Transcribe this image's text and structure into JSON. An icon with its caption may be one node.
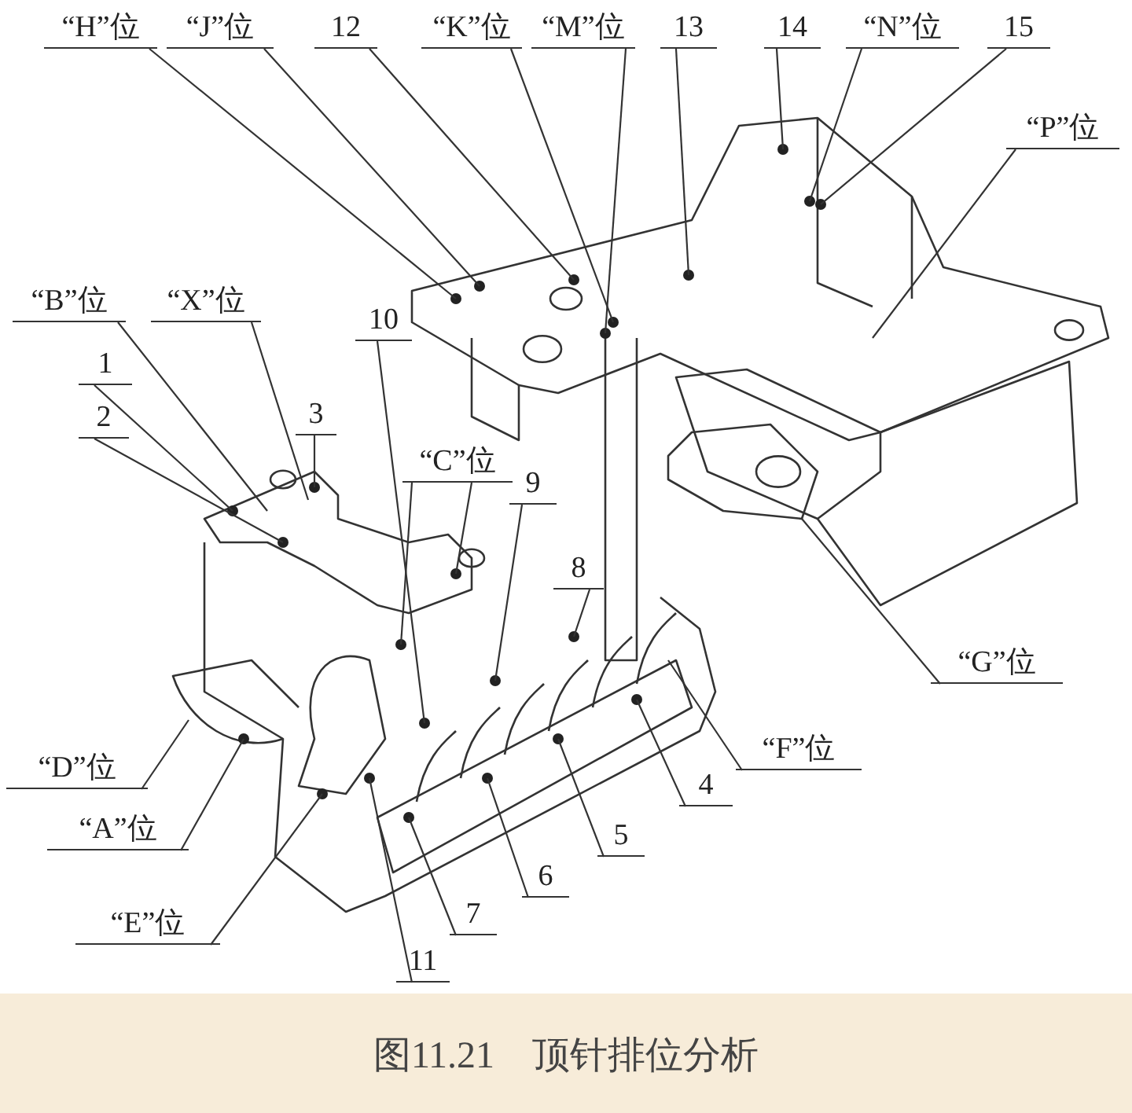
{
  "diagram": {
    "caption": "图11.21　顶针排位分析",
    "nodes": [
      {
        "text": [
          "“H”位"
        ]
      },
      {
        "text": [
          "“J”位"
        ]
      },
      {
        "text": [
          "12"
        ]
      },
      {
        "text": [
          "“K”位"
        ]
      },
      {
        "text": [
          "“M”位"
        ]
      },
      {
        "text": [
          "13"
        ]
      },
      {
        "text": [
          "14"
        ]
      },
      {
        "text": [
          "“N”位"
        ]
      },
      {
        "text": [
          "15"
        ]
      },
      {
        "text": [
          "“P”位"
        ]
      },
      {
        "text": [
          "“B”位"
        ]
      },
      {
        "text": [
          "“X”位"
        ]
      },
      {
        "text": [
          "1"
        ]
      },
      {
        "text": [
          "3"
        ]
      },
      {
        "text": [
          "2"
        ]
      },
      {
        "text": [
          "10"
        ]
      },
      {
        "text": [
          "“C”位"
        ]
      },
      {
        "text": [
          "9"
        ]
      },
      {
        "text": [
          "8"
        ]
      },
      {
        "text": [
          "“D”位"
        ]
      },
      {
        "text": [
          "“F”位"
        ]
      },
      {
        "text": [
          "“A”位"
        ]
      },
      {
        "text": [
          "4"
        ]
      },
      {
        "text": [
          "“G”位"
        ]
      },
      {
        "text": [
          "5"
        ]
      },
      {
        "text": [
          "“E”位"
        ]
      },
      {
        "text": [
          "6"
        ]
      },
      {
        "text": [
          "7"
        ]
      },
      {
        "text": [
          "11"
        ]
      }
    ],
    "edges": [
      {
        "from": 0,
        "to": null,
        "arrow": "none"
      },
      {
        "from": 1,
        "to": null,
        "arrow": "none"
      },
      {
        "from": 2,
        "to": null,
        "arrow": "none"
      },
      {
        "from": 3,
        "to": null,
        "arrow": "none"
      },
      {
        "from": 4,
        "to": null,
        "arrow": "none"
      },
      {
        "from": 5,
        "to": null,
        "arrow": "none"
      },
      {
        "from": 6,
        "to": null,
        "arrow": "none"
      },
      {
        "from": 7,
        "to": null,
        "arrow": "none"
      },
      {
        "from": 8,
        "to": null,
        "arrow": "none"
      },
      {
        "from": 9,
        "to": null,
        "arrow": "none"
      },
      {
        "from": 10,
        "to": null,
        "arrow": "none"
      },
      {
        "from": 11,
        "to": null,
        "arrow": "none"
      },
      {
        "from": 12,
        "to": null,
        "arrow": "none"
      },
      {
        "from": 13,
        "to": null,
        "arrow": "none"
      },
      {
        "from": 14,
        "to": null,
        "arrow": "none"
      },
      {
        "from": 15,
        "to": null,
        "arrow": "none"
      },
      {
        "from": 16,
        "to": null,
        "arrow": "none"
      },
      {
        "from": 16,
        "to": null,
        "arrow": "none"
      },
      {
        "from": 17,
        "to": null,
        "arrow": "none"
      },
      {
        "from": 18,
        "to": null,
        "arrow": "none"
      },
      {
        "from": 19,
        "to": null,
        "arrow": "none"
      },
      {
        "from": 20,
        "to": null,
        "arrow": "none"
      },
      {
        "from": 21,
        "to": null,
        "arrow": "none"
      },
      {
        "from": 22,
        "to": null,
        "arrow": "none"
      },
      {
        "from": 23,
        "to": null,
        "arrow": "none"
      },
      {
        "from": 24,
        "to": null,
        "arrow": "none"
      },
      {
        "from": 25,
        "to": null,
        "arrow": "none"
      },
      {
        "from": 26,
        "to": null,
        "arrow": "none"
      },
      {
        "from": 27,
        "to": null,
        "arrow": "none"
      },
      {
        "from": 28,
        "to": null,
        "arrow": "none"
      }
    ]
  }
}
